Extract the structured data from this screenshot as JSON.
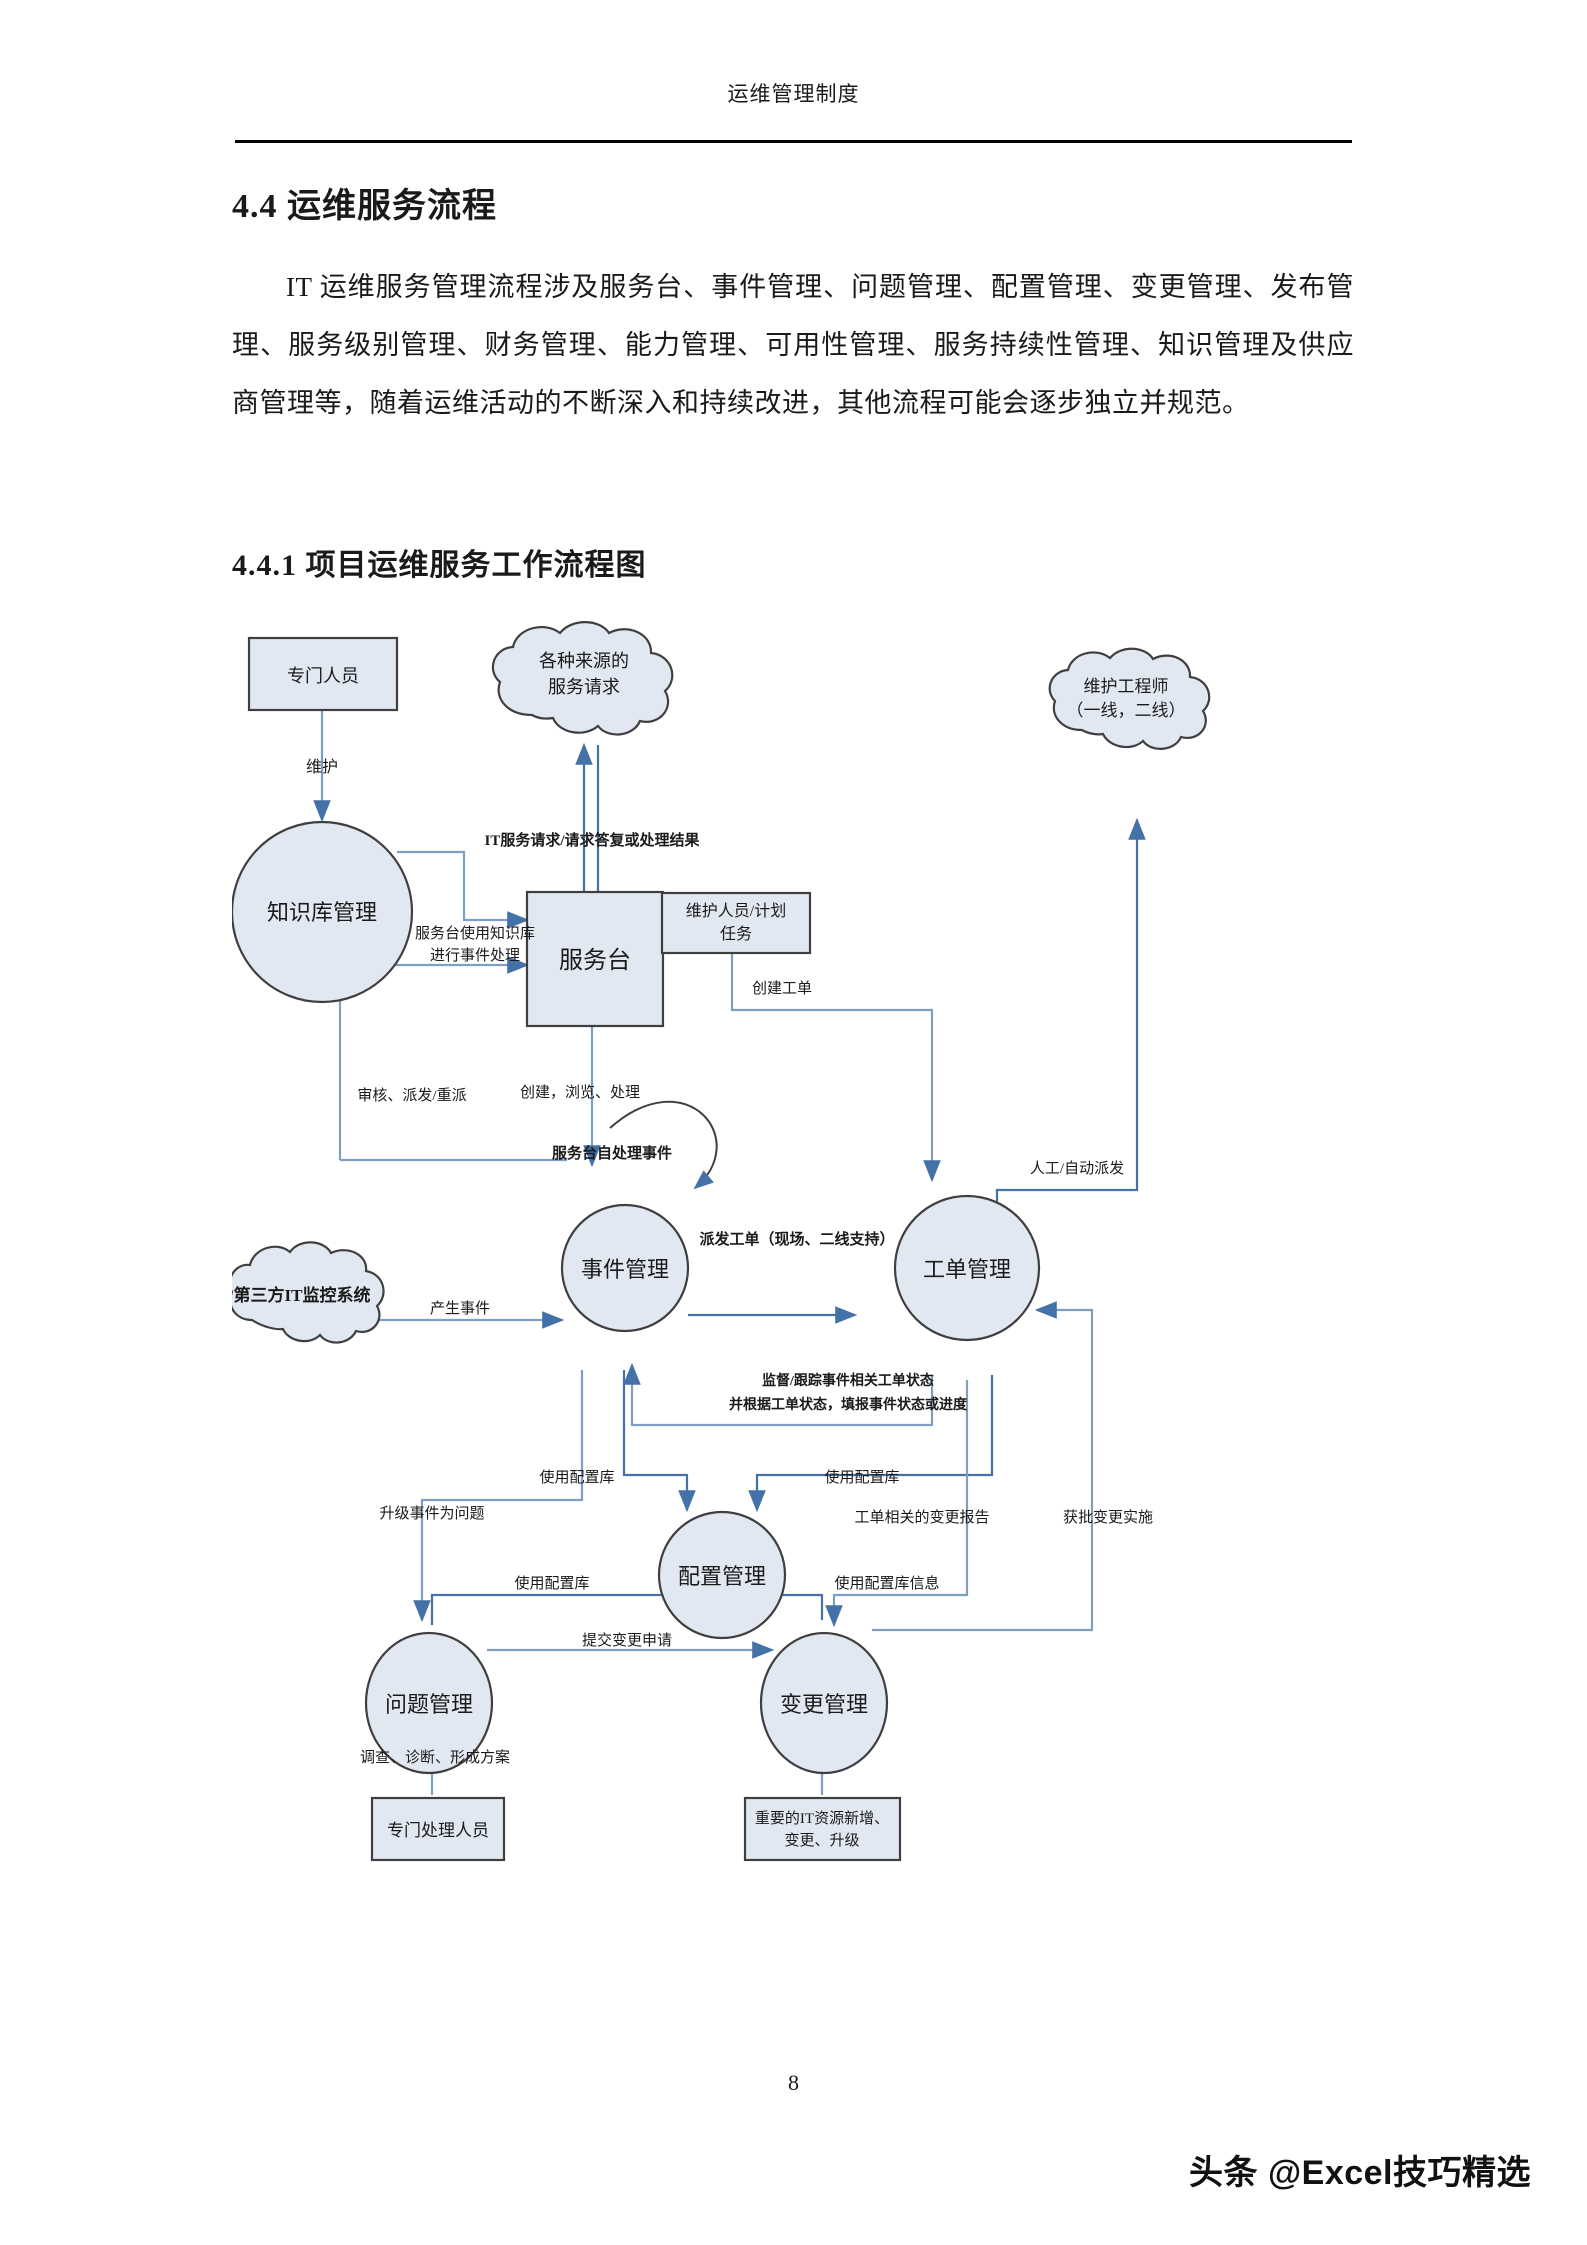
{
  "header": {
    "running_title": "运维管理制度"
  },
  "headings": {
    "section": "4.4 运维服务流程",
    "subsection": "4.4.1 项目运维服务工作流程图"
  },
  "body": {
    "paragraph": "IT 运维服务管理流程涉及服务台、事件管理、问题管理、配置管理、变更管理、发布管理、服务级别管理、财务管理、能力管理、可用性管理、服务持续性管理、知识管理及供应商管理等，随着运维活动的不断深入和持续改进，其他流程可能会逐步独立并规范。"
  },
  "footer": {
    "page_number": "8",
    "watermark": "头条 @Excel技巧精选"
  },
  "diagram": {
    "title": "项目运维服务工作流程图",
    "colors": {
      "node_fill": "#e2e8f2",
      "node_stroke": "#3f3f3f",
      "arrow": "#4472a8",
      "connector": "#8fa9c8",
      "label_text": "#1a1a1a"
    },
    "nodes": {
      "special_staff": "专门人员",
      "knowledge_base": "知识库管理",
      "request_sources": "各种来源的\n服务请求",
      "service_desk": "服务台",
      "maintenance_staff_plan": "维护人员/计划\n任务",
      "maintenance_engineer": "维护工程师\n（一线，二线）",
      "incident_mgmt": "事件管理",
      "workorder_mgmt": "工单管理",
      "third_party_monitor": "第三方IT监控系统",
      "config_mgmt": "配置管理",
      "problem_mgmt": "问题管理",
      "change_mgmt": "变更管理",
      "special_handler": "专门处理人员",
      "it_resource_change": "重要的IT资源新增、\n变更、升级"
    },
    "node_lines": {
      "request_sources_1": "各种来源的",
      "request_sources_2": "服务请求",
      "maintenance_staff_plan_1": "维护人员/计划",
      "maintenance_staff_plan_2": "任务",
      "maintenance_engineer_1": "维护工程师",
      "maintenance_engineer_2": "（一线，二线）",
      "it_resource_change_1": "重要的IT资源新增、",
      "it_resource_change_2": "变更、升级"
    },
    "edge_labels": {
      "maintain": "维护",
      "it_service_request": "IT服务请求/请求答复或处理结果",
      "kb_used_by_desk_1": "服务台使用知识库",
      "kb_used_by_desk_2": "进行事件处理",
      "create_browse_handle": "创建，浏览、处理",
      "review_dispatch": "审核、派发/重派",
      "desk_self_handle": "服务台自处理事件",
      "dispatch_workorder": "派发工单（现场、二线支持）",
      "create_workorder": "创建工单",
      "manual_auto_dispatch": "人工/自动派发",
      "generate_incident": "产生事件",
      "monitor_track_1": "监督/跟踪事件相关工单状态",
      "monitor_track_2": "并根据工单状态，填报事件状态或进度",
      "use_cmdb_left": "使用配置库",
      "use_cmdb_right": "使用配置库",
      "escalate_to_problem": "升级事件为问题",
      "use_cmdb_bottom_left": "使用配置库",
      "use_cmdb_bottom_right": "使用配置库信息",
      "workorder_change_report": "工单相关的变更报告",
      "approved_change": "获批变更实施",
      "submit_change_request": "提交变更申请",
      "investigate_diagnose": "调查、诊断、形成方案"
    }
  }
}
